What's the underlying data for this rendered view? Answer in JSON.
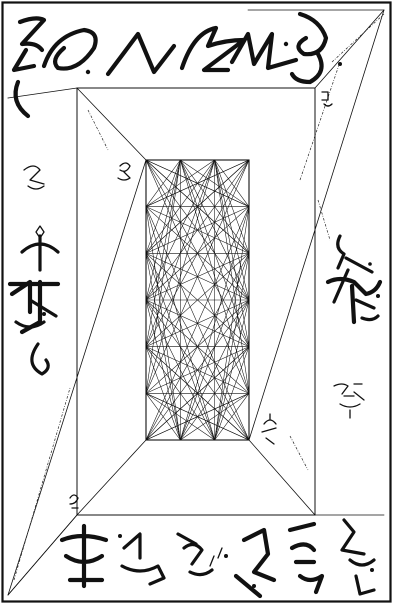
{
  "artwork": {
    "kind": "hand-drawn occult sigil diagram",
    "ink_color": "#111111",
    "paper_color": "#ffffff",
    "lattice": {
      "columns": 3,
      "rows": 6
    },
    "icons": [
      "sigil-icon",
      "rune-icon",
      "hook-glyph-icon",
      "cross-glyph-icon"
    ]
  }
}
